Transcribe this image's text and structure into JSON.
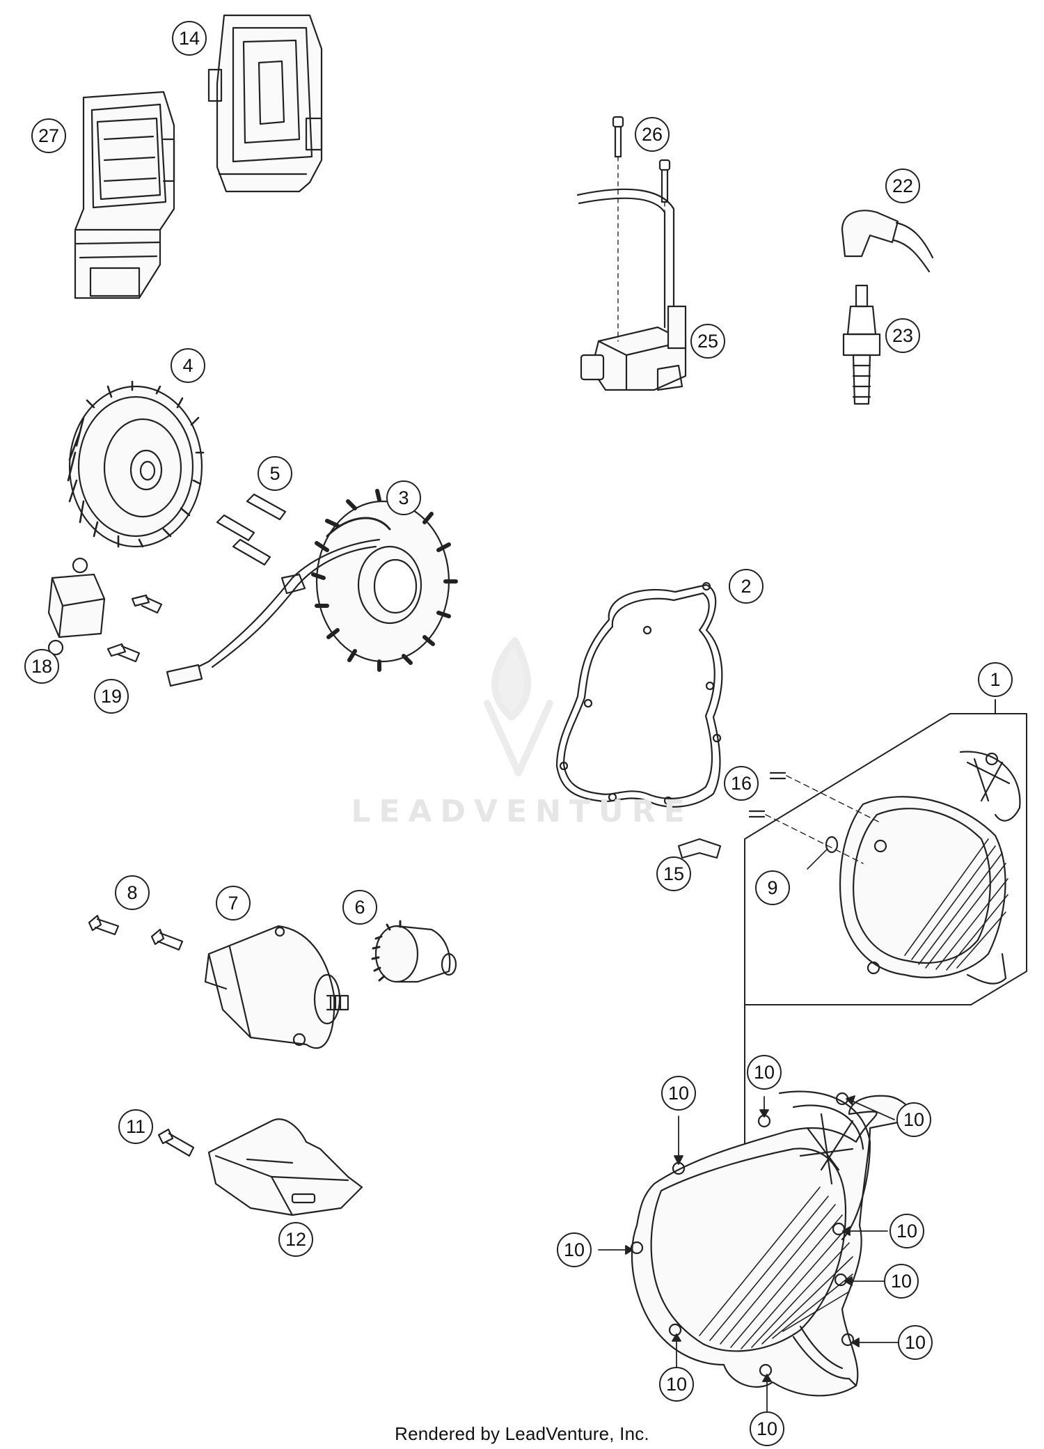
{
  "footer": "Rendered by LeadVenture, Inc.",
  "watermark": "LEADVENTURE",
  "callouts": [
    {
      "id": "c14",
      "label": "14"
    },
    {
      "id": "c27",
      "label": "27"
    },
    {
      "id": "c26",
      "label": "26"
    },
    {
      "id": "c22",
      "label": "22"
    },
    {
      "id": "c25",
      "label": "25"
    },
    {
      "id": "c23",
      "label": "23"
    },
    {
      "id": "c4",
      "label": "4"
    },
    {
      "id": "c5",
      "label": "5"
    },
    {
      "id": "c3",
      "label": "3"
    },
    {
      "id": "c2",
      "label": "2"
    },
    {
      "id": "c18",
      "label": "18"
    },
    {
      "id": "c19",
      "label": "19"
    },
    {
      "id": "c1",
      "label": "1"
    },
    {
      "id": "c16",
      "label": "16"
    },
    {
      "id": "c15",
      "label": "15"
    },
    {
      "id": "c9",
      "label": "9"
    },
    {
      "id": "c8",
      "label": "8"
    },
    {
      "id": "c7",
      "label": "7"
    },
    {
      "id": "c6",
      "label": "6"
    },
    {
      "id": "c11",
      "label": "11"
    },
    {
      "id": "c12",
      "label": "12"
    },
    {
      "id": "c10a",
      "label": "10"
    },
    {
      "id": "c10b",
      "label": "10"
    },
    {
      "id": "c10c",
      "label": "10"
    },
    {
      "id": "c10d",
      "label": "10"
    },
    {
      "id": "c10e",
      "label": "10"
    },
    {
      "id": "c10f",
      "label": "10"
    },
    {
      "id": "c10g",
      "label": "10"
    },
    {
      "id": "c10h",
      "label": "10"
    },
    {
      "id": "c10i",
      "label": "10"
    }
  ]
}
